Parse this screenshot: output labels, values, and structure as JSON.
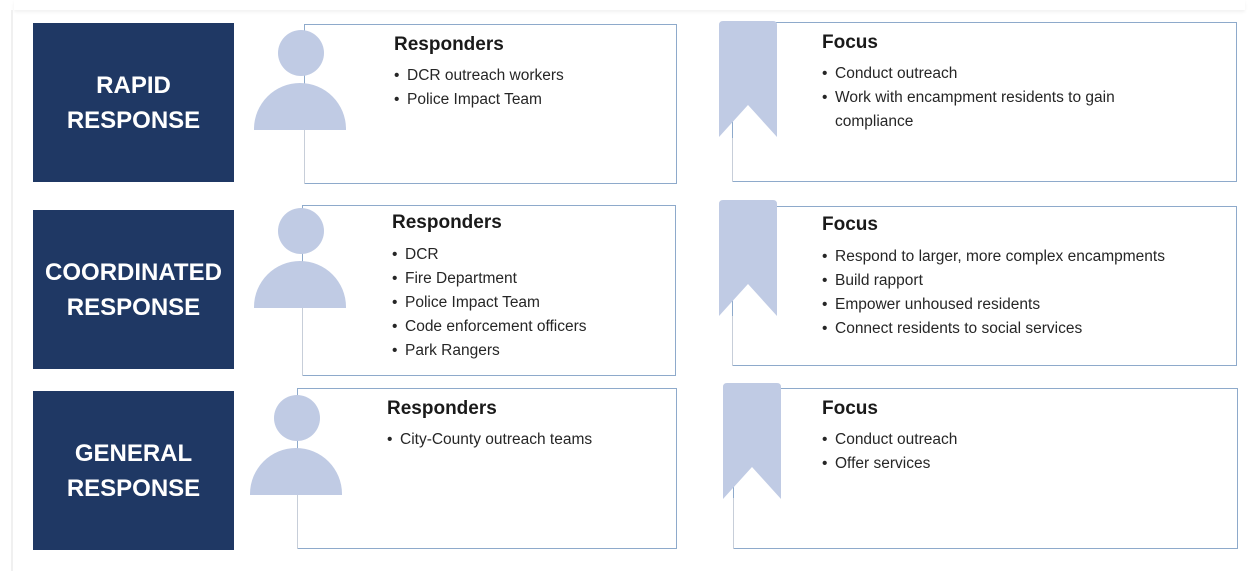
{
  "colors": {
    "label_bg": "#1f3864",
    "icon_fill": "#c0cbe4",
    "card_border": "#8eaacb"
  },
  "rows": [
    {
      "label": "RAPID\nRESPONSE",
      "responders": {
        "icon": "person-icon",
        "heading": "Responders",
        "items": [
          "DCR outreach workers",
          "Police Impact Team"
        ]
      },
      "focus": {
        "icon": "bookmark-icon",
        "heading": "Focus",
        "items": [
          "Conduct outreach",
          "Work with encampment residents to gain compliance"
        ]
      }
    },
    {
      "label": "COORDINATED\nRESPONSE",
      "responders": {
        "icon": "person-icon",
        "heading": "Responders",
        "items": [
          "DCR",
          "Fire Department",
          "Police Impact Team",
          "Code enforcement officers",
          "Park Rangers"
        ]
      },
      "focus": {
        "icon": "bookmark-icon",
        "heading": "Focus",
        "items": [
          "Respond to larger, more complex encampments",
          "Build rapport",
          "Empower unhoused residents",
          "Connect residents to social services"
        ]
      }
    },
    {
      "label": "GENERAL\nRESPONSE",
      "responders": {
        "icon": "person-icon",
        "heading": "Responders",
        "items": [
          "City-County outreach teams"
        ]
      },
      "focus": {
        "icon": "bookmark-icon",
        "heading": "Focus",
        "items": [
          "Conduct outreach",
          "Offer services"
        ]
      }
    }
  ]
}
